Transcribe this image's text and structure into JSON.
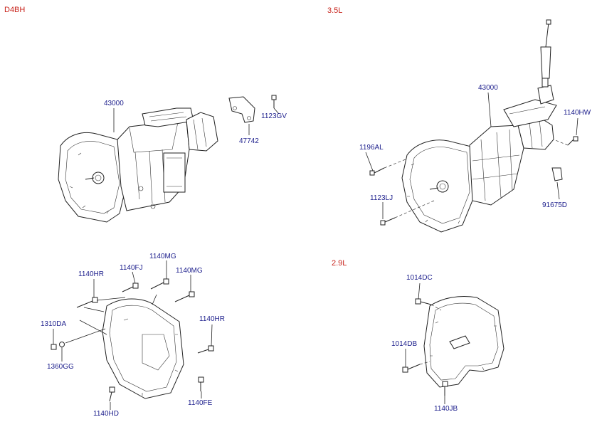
{
  "sections": {
    "d4bh": "D4BH",
    "v35": "3.5L",
    "v29": "2.9L"
  },
  "parts": {
    "p43000_a": "43000",
    "p1123gv": "1123GV",
    "p47742": "47742",
    "p43000_b": "43000",
    "p1140hw": "1140HW",
    "p1196al": "1196AL",
    "p1123lj": "1123LJ",
    "p91675d": "91675D",
    "p1140mg_a": "1140MG",
    "p1140fj": "1140FJ",
    "p1140mg_b": "1140MG",
    "p1140hr_a": "1140HR",
    "p1140hr_b": "1140HR",
    "p1310da": "1310DA",
    "p1360gg": "1360GG",
    "p1140hd": "1140HD",
    "p1140fe": "1140FE",
    "p1014dc": "1014DC",
    "p1014db": "1014DB",
    "p1140jb": "1140JB"
  },
  "colors": {
    "section_label": "#c8241c",
    "part_number": "#1c1e8c",
    "line_art": "#222222"
  }
}
